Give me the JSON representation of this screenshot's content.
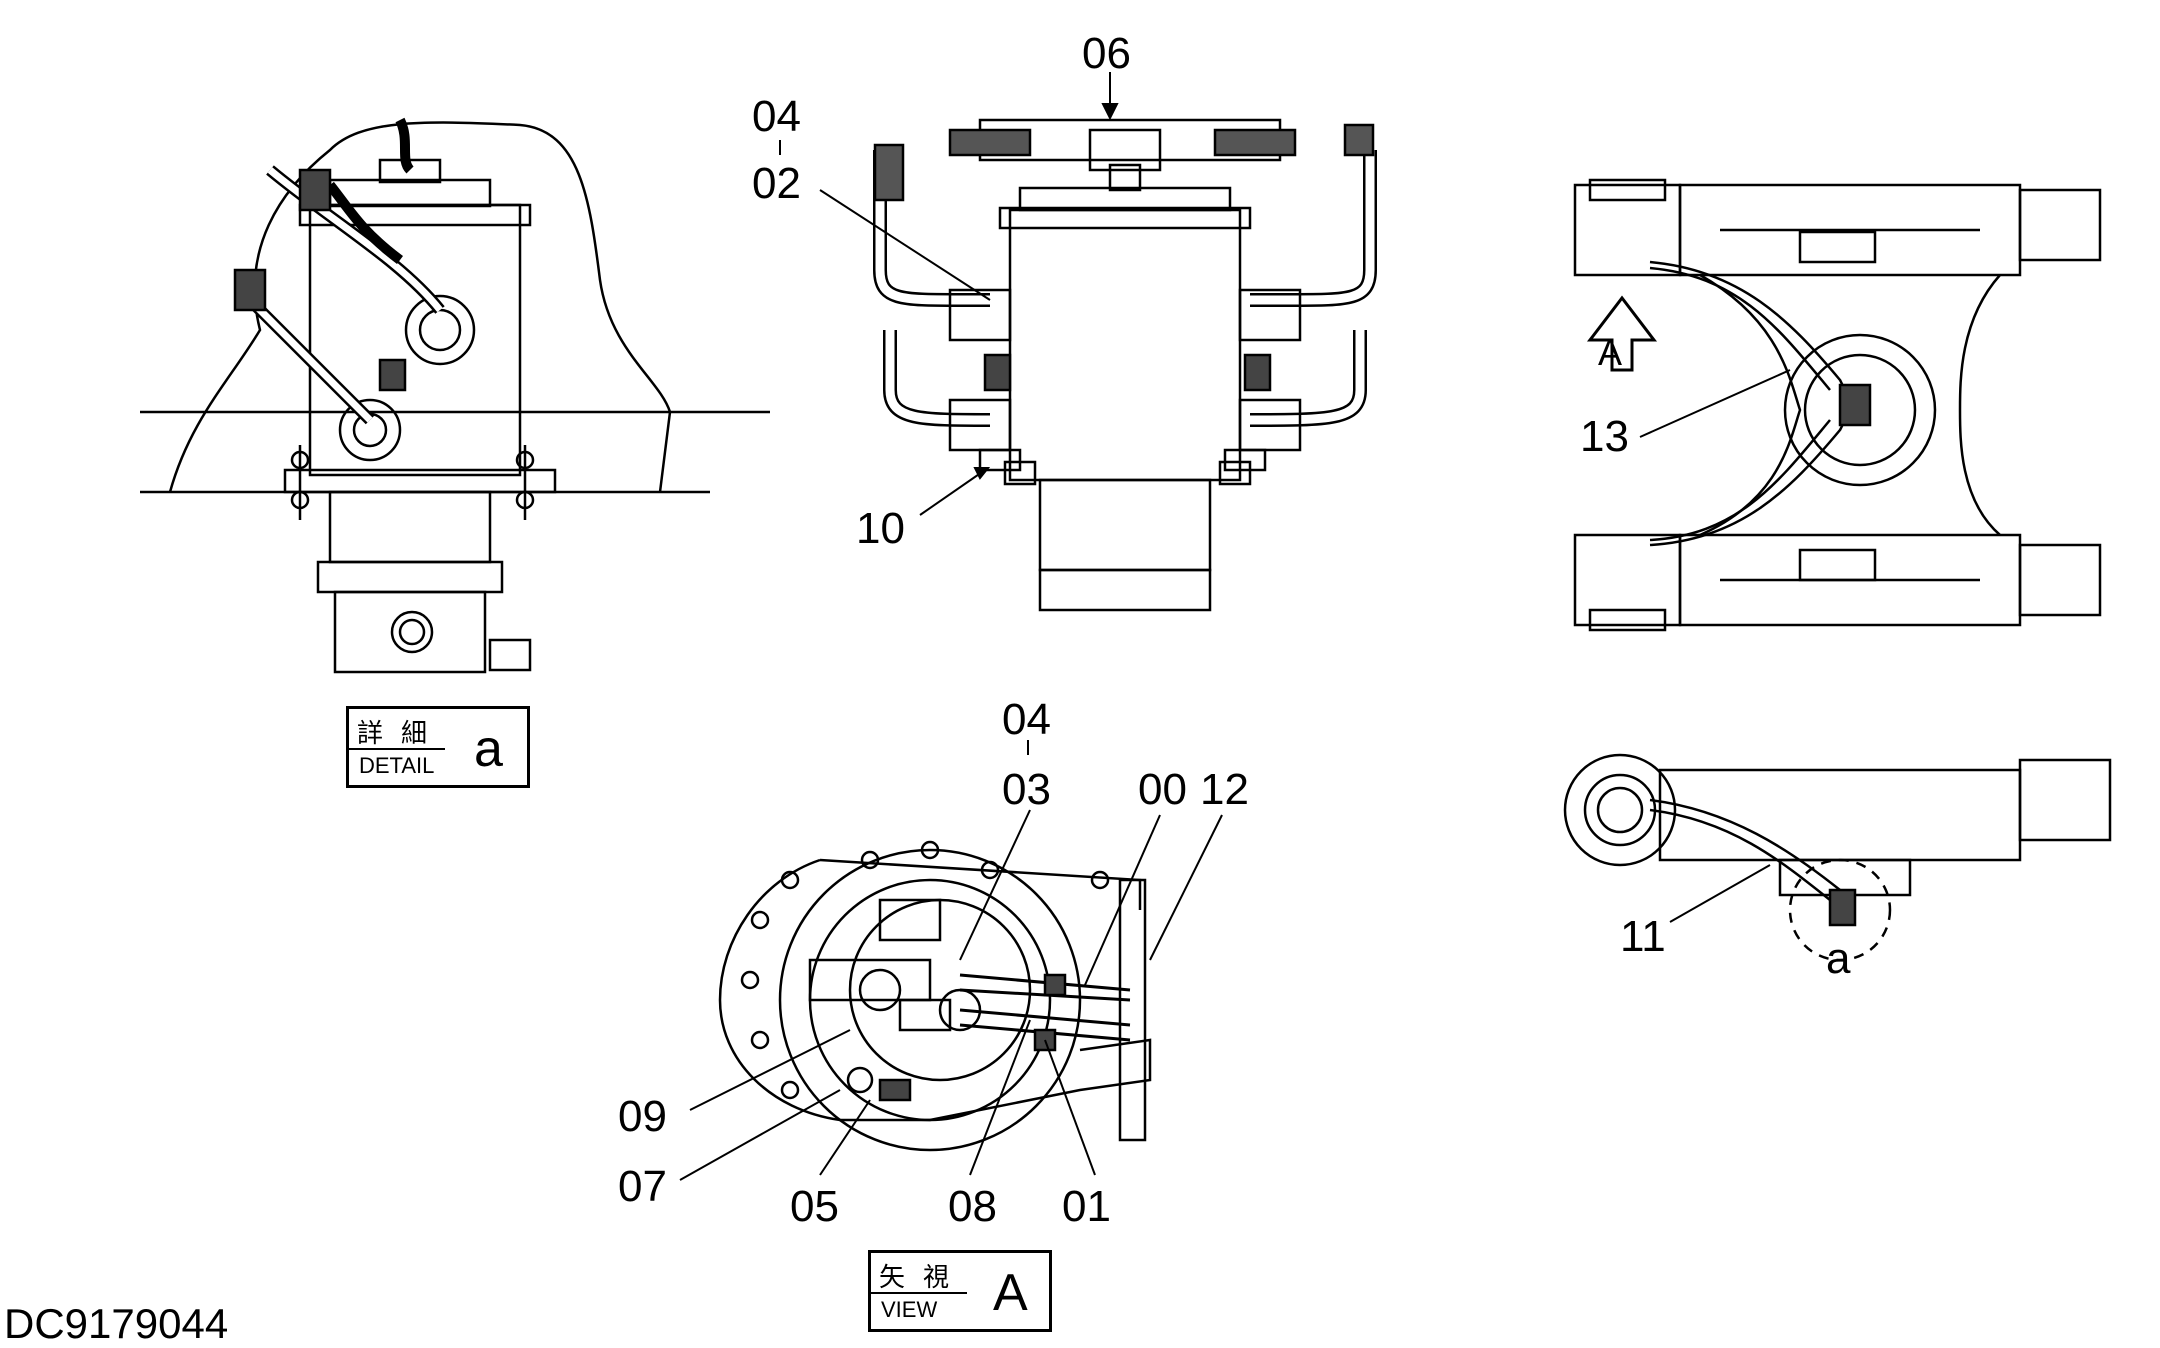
{
  "document_id": "DC9179044",
  "callouts": {
    "c06": "06",
    "c04_top": "04",
    "c02": "02",
    "c10": "10",
    "c13": "13",
    "c04_mid": "04",
    "c03": "03",
    "c00": "00",
    "c12": "12",
    "c11": "11",
    "c09": "09",
    "c07": "07",
    "c05": "05",
    "c08": "08",
    "c01": "01",
    "arrow_a": "A",
    "circle_a": "a"
  },
  "detail_tag": {
    "jp": "詳細",
    "en": "DETAIL",
    "letter": "a"
  },
  "view_tag": {
    "jp": "矢視",
    "en": "VIEW",
    "letter": "A"
  }
}
